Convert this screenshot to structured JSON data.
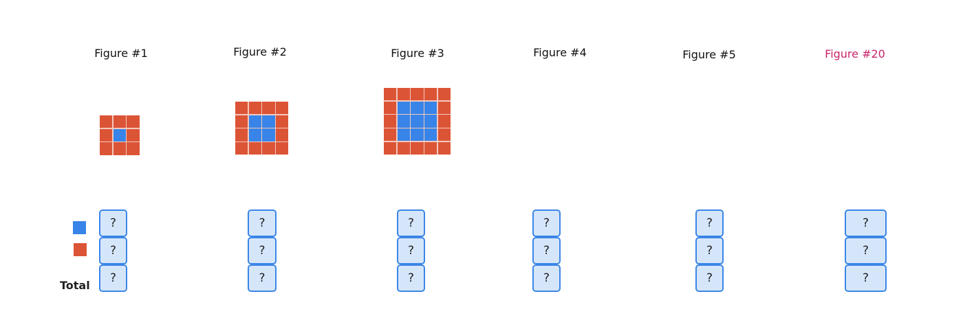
{
  "colors": {
    "inner": "#3884e8",
    "border": "#dc5436",
    "highlight": "#c8246a",
    "box_border": "#3a86e8",
    "box_fill": "#d6e6fa"
  },
  "legend": {
    "blue_icon": "blue-square",
    "red_icon": "red-square",
    "total_label": "Total"
  },
  "figures": [
    {
      "title": "Figure #1",
      "size": 3,
      "answers": [
        "?",
        "?",
        "?"
      ]
    },
    {
      "title": "Figure #2",
      "size": 4,
      "answers": [
        "?",
        "?",
        "?"
      ]
    },
    {
      "title": "Figure #3",
      "size": 5,
      "answers": [
        "?",
        "?",
        "?"
      ]
    },
    {
      "title": "Figure #4",
      "size": 0,
      "answers": [
        "?",
        "?",
        "?"
      ]
    },
    {
      "title": "Figure #5",
      "size": 0,
      "answers": [
        "?",
        "?",
        "?"
      ]
    },
    {
      "title": "Figure #20",
      "size": 0,
      "answers": [
        "?",
        "?",
        "?"
      ],
      "highlighted": true
    }
  ]
}
